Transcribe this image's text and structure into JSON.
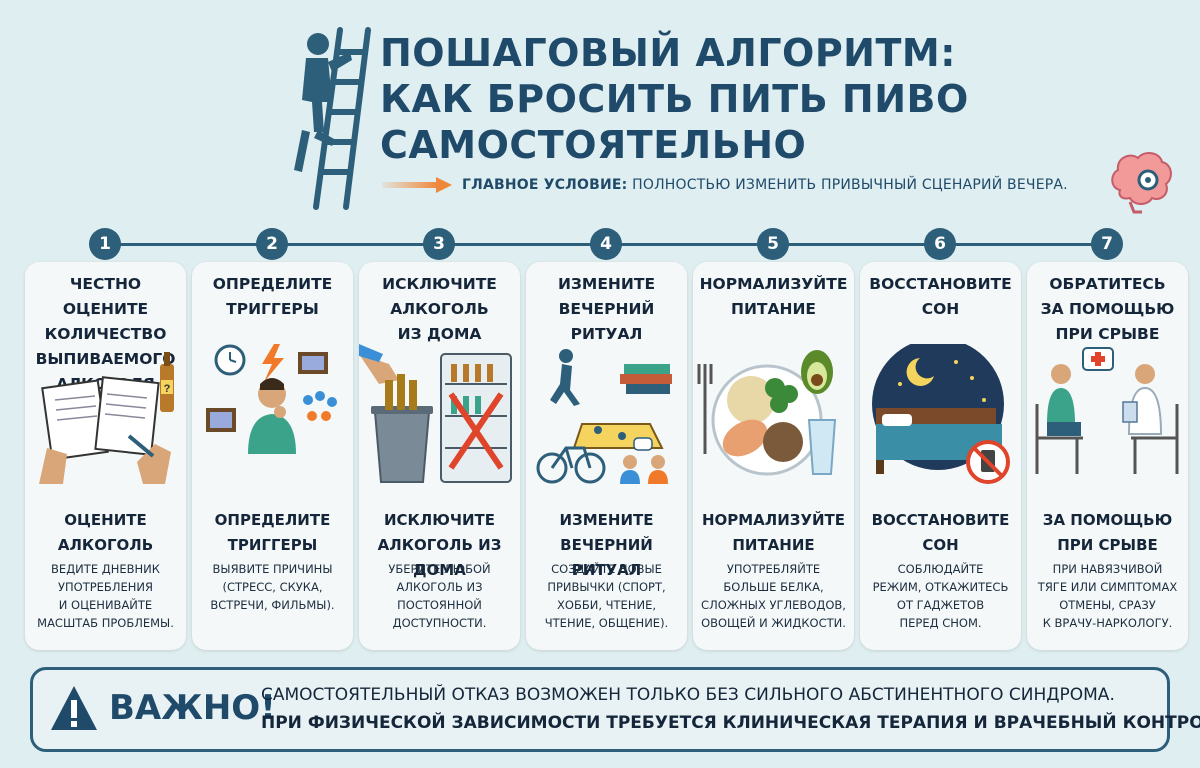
{
  "header": {
    "title_lines": [
      "ПОШАГОВЫЙ АЛГОРИТМ:",
      "КАК БРОСИТЬ ПИТЬ ПИВО",
      "САМОСТОЯТЕЛЬНО"
    ],
    "condition_label": "ГЛАВНОЕ УСЛОВИЕ:",
    "condition_text": " ПОЛНОСТЬЮ ИЗМЕНИТЬ ПРИВЫЧНЫЙ СЦЕНАРИЙ ВЕЧЕРА.",
    "hero_icon": "person-climbing-ladder-icon",
    "brain_icon": "brain-gear-icon"
  },
  "colors": {
    "background": "#dfeef0",
    "primary": "#2d5f7a",
    "title": "#1f4a6a",
    "accent_orange": "#f0883a",
    "card": "#f5f8f8"
  },
  "steps": [
    {
      "number": "1",
      "title": "ЧЕСТНО ОЦЕНИТЕ\nКОЛИЧЕСТВО\nВЫПИВАЕМОГО\nАЛКОГОЛЯ",
      "subtitle": "ОЦЕНИТЕ\nАЛКОГОЛЬ",
      "description": "ВЕДИТЕ ДНЕВНИК\nУПОТРЕБЛЕНИЯ\nИ ОЦЕНИВАЙТЕ\nМАСШТАБ ПРОБЛЕМЫ.",
      "icon": "diary-beer-icon"
    },
    {
      "number": "2",
      "title": "ОПРЕДЕЛИТЕ\nТРИГГЕРЫ",
      "subtitle": "ОПРЕДЕЛИТЕ\nТРИГГЕРЫ",
      "description": "ВЫЯВИТЕ ПРИЧИНЫ\n(СТРЕСС, СКУКА,\nВСТРЕЧИ, ФИЛЬМЫ).",
      "icon": "thinking-person-triggers-icon"
    },
    {
      "number": "3",
      "title": "ИСКЛЮЧИТЕ\nАЛКОГОЛЬ\nИЗ ДОМА",
      "subtitle": "ИСКЛЮЧИТЕ\nАЛКОГОЛЬ ИЗ ДОМА",
      "description": "УБЕРИТЕ ЛЮБОЙ\nАЛКОГОЛЬ ИЗ\nПОСТОЯННОЙ\nДОСТУПНОСТИ.",
      "icon": "trash-fridge-icon"
    },
    {
      "number": "4",
      "title": "ИЗМЕНИТЕ\nВЕЧЕРНИЙ\nРИТУАЛ",
      "subtitle": "ИЗМЕНИТЕ\nВЕЧЕРНИЙ РИТУАЛ",
      "description": "СОЗДАЙТЕ НОВЫЕ\nПРИВЫЧКИ (СПОРТ,\nХОББИ, ЧТЕНИЕ,\nЧТЕНИЕ, ОБЩЕНИЕ).",
      "icon": "hobbies-icon"
    },
    {
      "number": "5",
      "title": "НОРМАЛИЗУЙТЕ\nПИТАНИЕ",
      "subtitle": "НОРМАЛИЗУЙТЕ\nПИТАНИЕ",
      "description": "УПОТРЕБЛЯЙТЕ\nБОЛЬШЕ БЕЛКА,\nСЛОЖНЫХ УГЛЕВОДОВ,\nОВОЩЕЙ И ЖИДКОСТИ.",
      "icon": "healthy-plate-icon"
    },
    {
      "number": "6",
      "title": "ВОССТАНОВИТЕ\nСОН",
      "subtitle": "ВОССТАНОВИТЕ\nСОН",
      "description": "СОБЛЮДАЙТЕ\nРЕЖИМ, ОТКАЖИТЕСЬ\nОТ ГАДЖЕТОВ\nПЕРЕД СНОМ.",
      "icon": "bed-night-icon"
    },
    {
      "number": "7",
      "title": "ОБРАТИТЕСЬ\nЗА ПОМОЩЬЮ\nПРИ СРЫВЕ",
      "subtitle": "ЗА ПОМОЩЬЮ\nПРИ СРЫВЕ",
      "description": "ПРИ НАВЯЗЧИВОЙ\nТЯГЕ ИЛИ СИМПТОМАХ\nОТМЕНЫ, СРАЗУ\nК ВРАЧУ-НАРКОЛОГУ.",
      "icon": "doctor-consultation-icon"
    }
  ],
  "important": {
    "label": "ВАЖНО!",
    "line1": "САМОСТОЯТЕЛЬНЫЙ ОТКАЗ ВОЗМОЖЕН ТОЛЬКО БЕЗ СИЛЬНОГО АБСТИНЕНТНОГО СИНДРОМА.",
    "line2": "ПРИ ФИЗИЧЕСКОЙ ЗАВИСИМОСТИ ТРЕБУЕТСЯ КЛИНИЧЕСКАЯ ТЕРАПИЯ И ВРАЧЕБНЫЙ КОНТРОЛЬ!",
    "icon": "warning-triangle-icon"
  }
}
